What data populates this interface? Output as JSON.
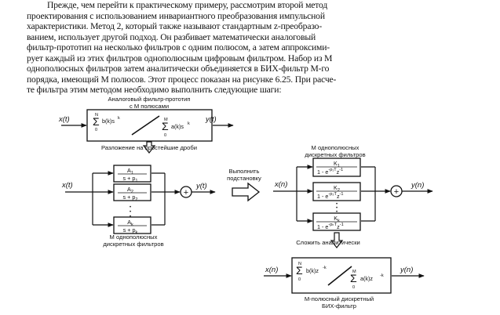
{
  "paragraph": {
    "lines": [
      "Прежде, чем перейти к практическому примеру, рассмотрим второй метод",
      "проектирования с использованием инвариантного преобразования импульсной",
      "характеристики. Метод 2, который также называют стандартным z-преобразо-",
      "ванием, использует другой подход. Он разбивает математически аналоговый",
      "фильтр-прототип на несколько фильтров с одним полюсом, а затем аппроксими-",
      "рует каждый из этих фильтров однополюсным цифровым фильтром. Набор из M",
      "однополюсных фильтров затем аналитически объединяется в БИХ-фильтр M-го",
      "порядка, имеющий M полюсов. Этот процесс показан на рисунке 6.25. При расче-",
      "те фильтра этим методом необходимо выполнить следующие шаги:"
    ]
  },
  "diagram": {
    "prototype_title_1": "Аналоговый фильтр-прототип",
    "prototype_title_2": "с M полюсами",
    "input_analog": "x(t)",
    "output_analog": "y(t)",
    "sum_num_top": "N",
    "sum_num_bottom": "0",
    "sum_num_term": "b(k)s",
    "sum_den_top": "M",
    "sum_den_bottom": "0",
    "sum_den_term": "a(k)s",
    "exp_k": "k",
    "decompose_label": "Разложение на простейшие дроби",
    "analog_blocks": [
      {
        "num": "A",
        "sub": "1",
        "den": "s + p",
        "den_sub": "1"
      },
      {
        "num": "A",
        "sub": "2",
        "den": "s + p",
        "den_sub": "2"
      },
      {
        "num": "A",
        "sub": "k",
        "den": "s + p",
        "den_sub": "k"
      }
    ],
    "dots": "•",
    "plus": "+",
    "analog_bank_caption_1": "M однополюсных",
    "analog_bank_caption_2": "дискретных фильтров",
    "substitute_1": "Выполнить",
    "substitute_2": "подстановку",
    "input_digital": "x(n)",
    "output_digital": "y(n)",
    "digital_bank_title_1": "M однополюсных",
    "digital_bank_title_2": "дискретных фильтров",
    "digital_blocks": [
      {
        "num": "K",
        "sub": "1",
        "den": "1 - e",
        "exp": "-p₁T",
        "tail": "z",
        "tail_exp": "-1"
      },
      {
        "num": "K",
        "sub": "2",
        "den": "1 - e",
        "exp": "-p₂T",
        "tail": "z",
        "tail_exp": "-1"
      },
      {
        "num": "K",
        "sub": "k",
        "den": "1 - e",
        "exp": "-pₖT",
        "tail": "z",
        "tail_exp": "-1"
      }
    ],
    "combine_label": "Сложить аналитически",
    "final_num_term": "b(k)z",
    "final_den_term": "a(k)z",
    "final_exp": "-k",
    "final_caption_1": "M-полюсный дискретный",
    "final_caption_2": "БИХ-фильтр"
  }
}
